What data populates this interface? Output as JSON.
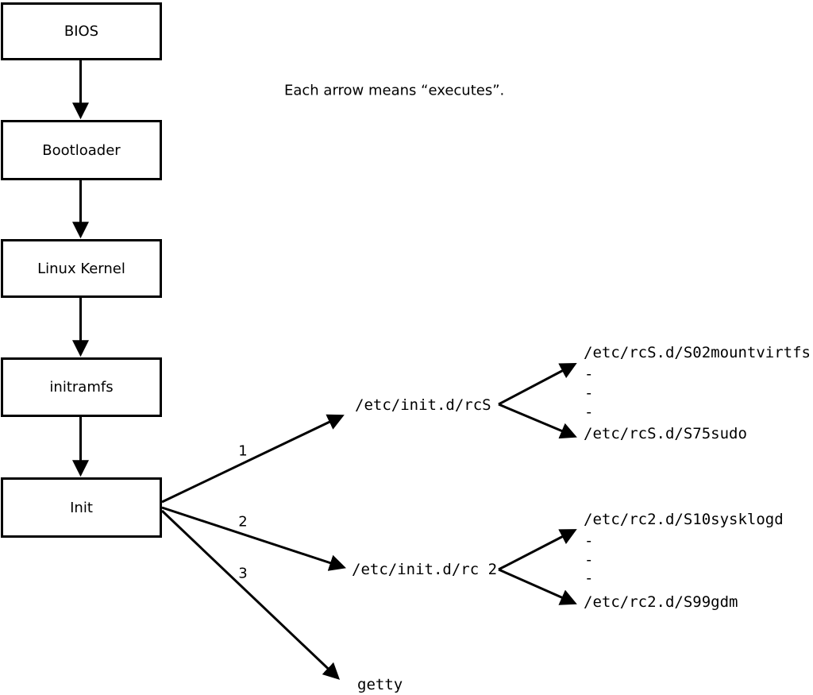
{
  "diagram": {
    "note": "Each arrow means “executes”.",
    "flow_boxes": [
      {
        "label": "BIOS"
      },
      {
        "label": "Bootloader"
      },
      {
        "label": "Linux Kernel"
      },
      {
        "label": "initramfs"
      },
      {
        "label": "Init"
      }
    ],
    "init_branches": [
      {
        "order": "1",
        "target": "/etc/init.d/rcS"
      },
      {
        "order": "2",
        "target": "/etc/init.d/rc 2"
      },
      {
        "order": "3",
        "target": "getty"
      }
    ],
    "rcS_scripts": {
      "first": "/etc/rcS.d/S02mountvirtfs",
      "ellipsis": [
        "-",
        "-",
        "-"
      ],
      "last": "/etc/rcS.d/S75sudo"
    },
    "rc2_scripts": {
      "first": "/etc/rc2.d/S10sysklogd",
      "ellipsis": [
        "-",
        "-",
        "-"
      ],
      "last": "/etc/rc2.d/S99gdm"
    },
    "colors": {
      "background": "#ffffff",
      "line": "#000000",
      "box_border": "#000000",
      "text": "#000000"
    }
  }
}
